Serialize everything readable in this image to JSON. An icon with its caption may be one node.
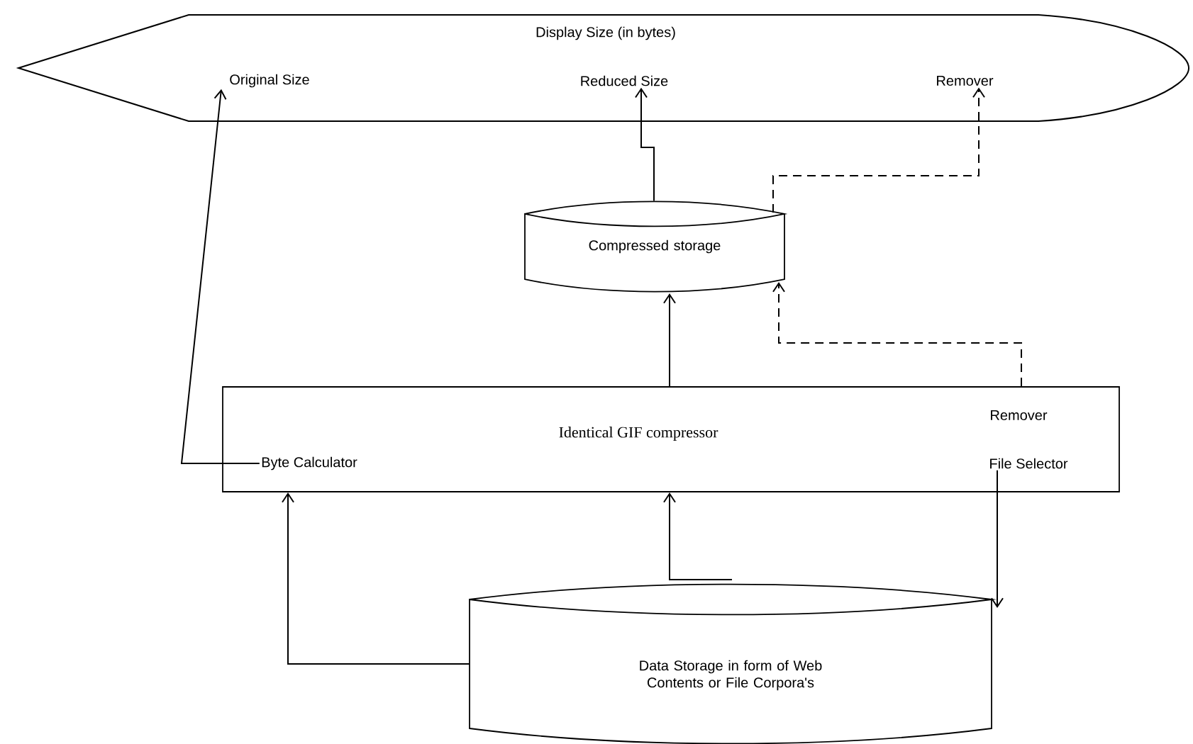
{
  "diagram": {
    "nodes": [
      {
        "text": [
          "Display Size (in bytes)"
        ]
      },
      {
        "text": [
          "Original Size"
        ],
        "in": 0
      },
      {
        "text": [
          "Reduced Size"
        ],
        "in": 0
      },
      {
        "text": [
          "Remover"
        ],
        "in": 0
      },
      {
        "text": [
          "Compressed storage"
        ]
      },
      {
        "text": [
          "Identical GIF compressor"
        ]
      },
      {
        "text": [
          "Remover"
        ],
        "in": 5
      },
      {
        "text": [
          "Byte Calculator"
        ],
        "in": 5
      },
      {
        "text": [
          "File Selector"
        ],
        "in": 5
      },
      {
        "text": [
          "Data Storage in form of Web Contents or File Corpora's"
        ]
      }
    ],
    "edges": [
      {
        "from": 7,
        "to": 1,
        "arrow": "to"
      },
      {
        "from": 4,
        "to": 2,
        "arrow": "to"
      },
      {
        "from": 4,
        "to": 3,
        "arrow": "to",
        "style": "dashed"
      },
      {
        "from": 6,
        "to": 4,
        "arrow": "to",
        "style": "dashed"
      },
      {
        "from": 5,
        "to": 4,
        "arrow": "to"
      },
      {
        "from": 9,
        "to": 7,
        "arrow": "to"
      },
      {
        "from": 9,
        "to": 5,
        "arrow": "to"
      },
      {
        "from": 8,
        "to": 9,
        "arrow": "to"
      }
    ]
  }
}
